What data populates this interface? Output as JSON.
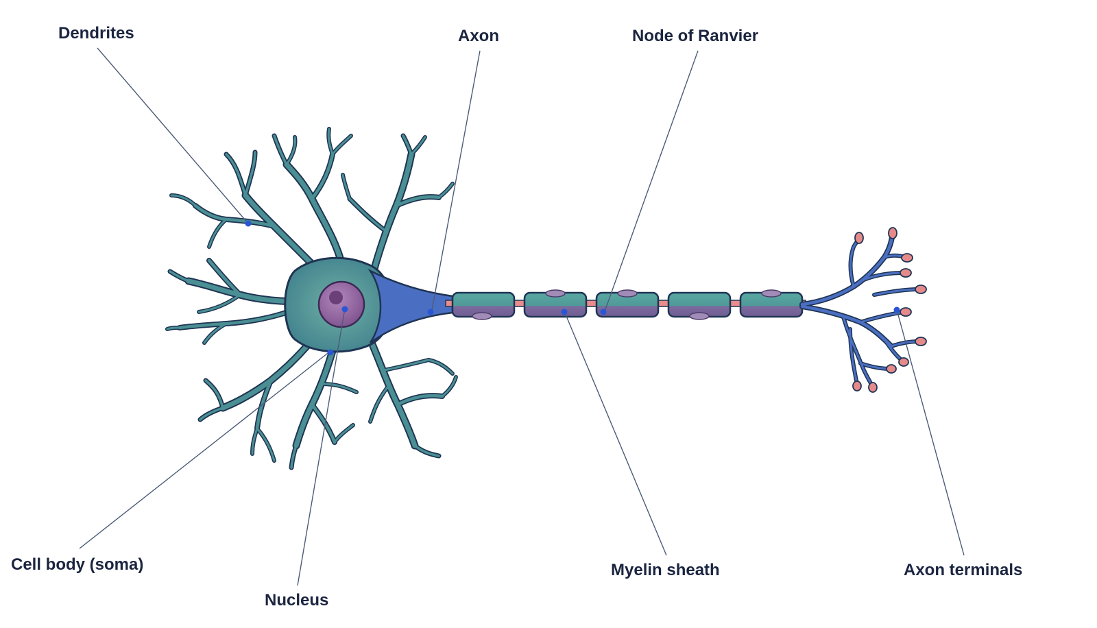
{
  "labels": {
    "dendrites": "Dendrites",
    "axon": "Axon",
    "node_of_ranvier": "Node of Ranvier",
    "cell_body": "Cell body (soma)",
    "nucleus": "Nucleus",
    "myelin_sheath": "Myelin sheath",
    "axon_terminals": "Axon terminals"
  },
  "colors": {
    "cell_fill": "#4a8f93",
    "cell_outline": "#1f3453",
    "axon_blue": "#4a6fc2",
    "myelin_fill": "#4f9a98",
    "myelin_underside": "#7d6a9e",
    "schwann_nucleus": "#a08cb6",
    "node_pink": "#e98c8c",
    "nucleus_fill": "#8a5e96",
    "nucleolus": "#6b3f78",
    "terminal_bulb": "#e58a8a",
    "label_text": "#1b2540",
    "leader_line": "#4c5c78",
    "anchor_dot": "#2a56d6"
  }
}
